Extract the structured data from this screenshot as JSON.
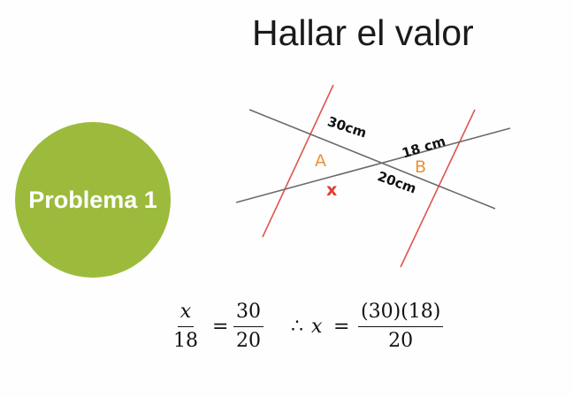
{
  "title": "Hallar el valor",
  "badge": {
    "label": "Problema 1",
    "color": "#9cbb3c"
  },
  "diagram": {
    "label_30": "30cm",
    "label_18": "18 cm",
    "label_20": "20cm",
    "point_a": "A",
    "point_b": "B",
    "mark_x": "x"
  },
  "equation": {
    "frac1_num": "x",
    "frac1_den": "18",
    "equals1": "=",
    "frac2_num": "30",
    "frac2_den": "20",
    "therefore": "∴",
    "var": "x",
    "equals2": "=",
    "frac3_num": "(30)(18)",
    "frac3_den": "20"
  }
}
